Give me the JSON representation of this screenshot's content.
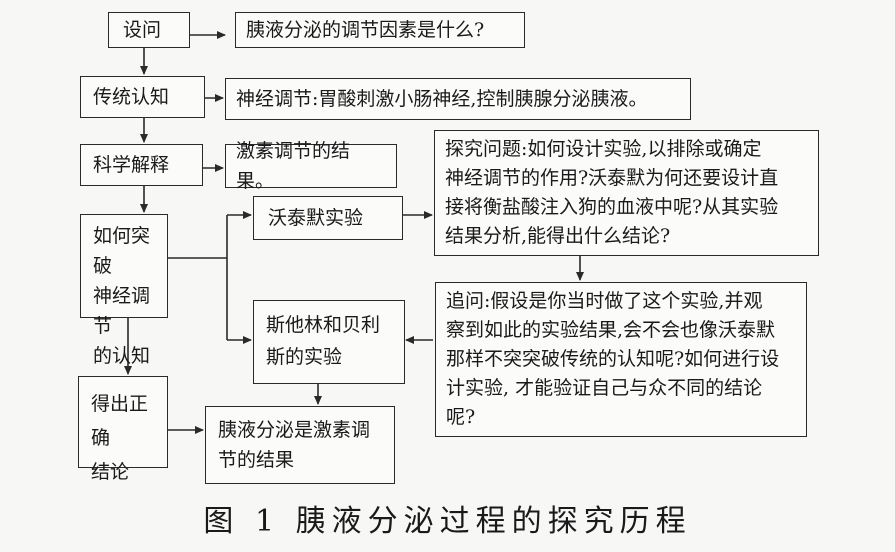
{
  "nodes": {
    "n_question_label": "设问",
    "n_question": "胰液分泌的调节因素是什么?",
    "n_tradition_label": "传统认知",
    "n_tradition": "神经调节:胃酸刺激小肠神经,控制胰腺分泌胰液。",
    "n_science_label": "科学解释",
    "n_science": "激素调节的结果。",
    "n_breakthrough": "如何突破\n神经调节\n的认知",
    "n_wertheimer": "沃泰默实验",
    "n_explore": "探究问题:如何设计实验,以排除或确定\n神经调节的作用?沃泰默为何还要设计直\n接将衡盐酸注入狗的血液中呢?从其实验\n结果分析,能得出什么结论?",
    "n_starling": "斯他林和贝利\n斯的实验",
    "n_followup": "追问:假设是你当时做了这个实验,并观\n察到如此的实验结果,会不会也像沃泰默\n那样不突突破传统的认知呢?如何进行设\n计实验, 才能验证自己与众不同的结论\n呢?",
    "n_conclusion_label": "得出正确\n结论",
    "n_conclusion": "胰液分泌是激素调\n节的结果"
  },
  "caption": "图 1  胰液分泌过程的探究历程"
}
